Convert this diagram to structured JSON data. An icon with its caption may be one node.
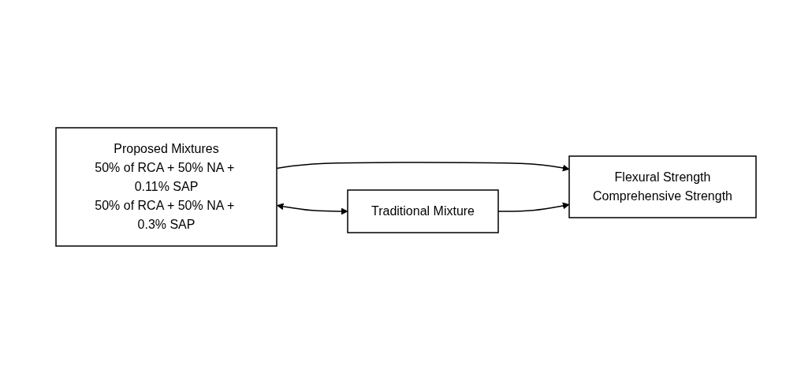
{
  "diagram": {
    "nodes": [
      {
        "text": [
          "Proposed Mixtures",
          "50% of RCA + 50% NA + 0.11% SAP",
          "50% of RCA + 50% NA + 0.3% SAP"
        ]
      },
      {
        "text": [
          "Traditional Mixture"
        ]
      },
      {
        "text": [
          "Flexural Strength",
          "Comprehensive Strength"
        ]
      }
    ],
    "edges": [
      {
        "from": 0,
        "to": 1,
        "arrow": "both"
      },
      {
        "from": 0,
        "to": 2,
        "arrow": "to"
      },
      {
        "from": 1,
        "to": 2,
        "arrow": "to"
      }
    ]
  }
}
